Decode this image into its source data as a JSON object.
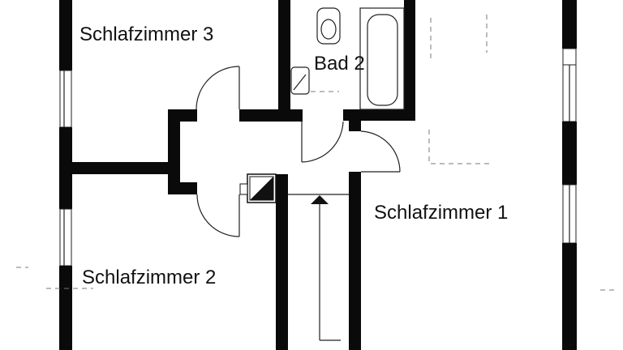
{
  "rooms": {
    "bedroom3": "Schlafzimmer 3",
    "bath2": "Bad 2",
    "bedroom1": "Schlafzimmer 1",
    "bedroom2": "Schlafzimmer 2"
  },
  "colors": {
    "wall": "#0a0a0a",
    "background": "#ffffff"
  }
}
